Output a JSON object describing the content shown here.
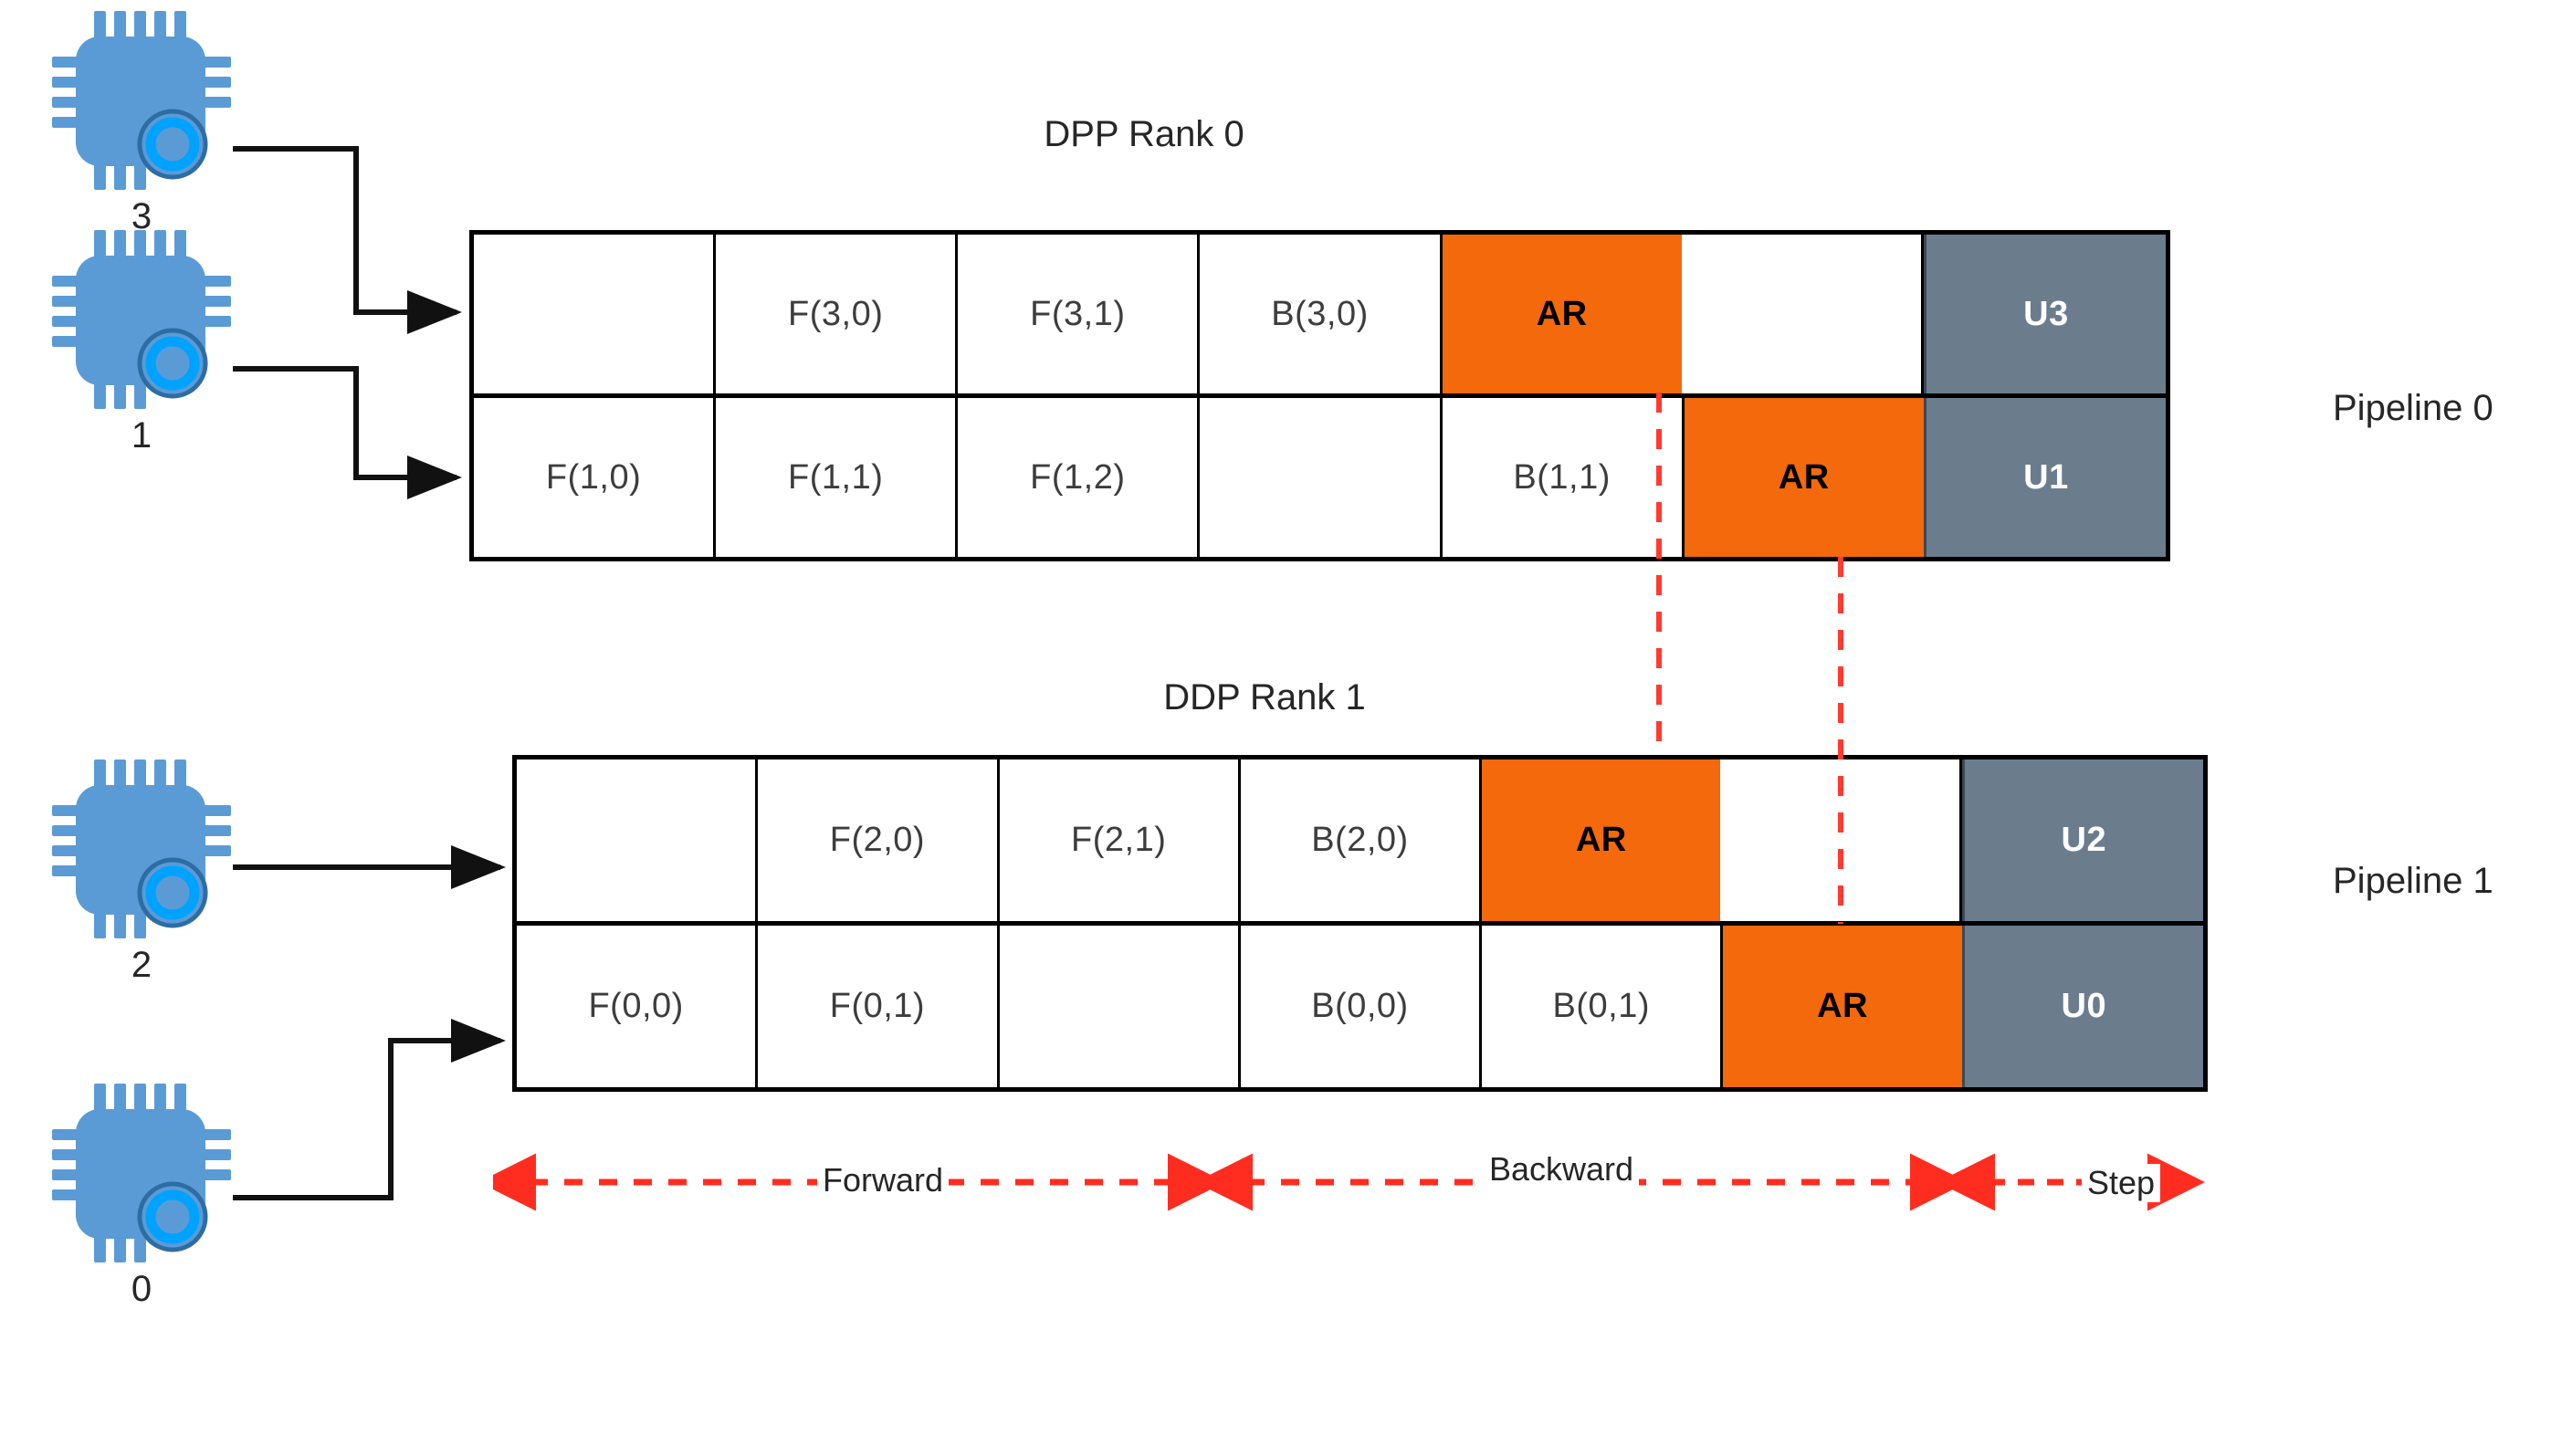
{
  "diagram": {
    "gpus": [
      {
        "id": "gpu-3",
        "label": "3",
        "icon": "gpu-chip-icon"
      },
      {
        "id": "gpu-1",
        "label": "1",
        "icon": "gpu-chip-icon"
      },
      {
        "id": "gpu-2",
        "label": "2",
        "icon": "gpu-chip-icon"
      },
      {
        "id": "gpu-0",
        "label": "0",
        "icon": "gpu-chip-icon"
      }
    ],
    "groups": [
      {
        "id": "group-0",
        "title": "DPP Rank 0",
        "side_label": "Pipeline 0",
        "rows": [
          {
            "id": "row-stage3",
            "cells": [
              {
                "text": "",
                "kind": "blank"
              },
              {
                "text": "F(3,0)",
                "kind": "compute"
              },
              {
                "text": "F(3,1)",
                "kind": "compute"
              },
              {
                "text": "B(3,0)",
                "kind": "compute"
              },
              {
                "text": "AR",
                "kind": "allreduce"
              },
              {
                "text": "",
                "kind": "blank"
              },
              {
                "text": "U3",
                "kind": "update"
              }
            ]
          },
          {
            "id": "row-stage1",
            "cells": [
              {
                "text": "F(1,0)",
                "kind": "compute"
              },
              {
                "text": "F(1,1)",
                "kind": "compute"
              },
              {
                "text": "F(1,2)",
                "kind": "compute"
              },
              {
                "text": "",
                "kind": "blank"
              },
              {
                "text": "B(1,1)",
                "kind": "compute"
              },
              {
                "text": "AR",
                "kind": "allreduce"
              },
              {
                "text": "U1",
                "kind": "update"
              }
            ]
          }
        ]
      },
      {
        "id": "group-1",
        "title": "DDP Rank 1",
        "side_label": "Pipeline 1",
        "rows": [
          {
            "id": "row-stage2",
            "cells": [
              {
                "text": "",
                "kind": "blank"
              },
              {
                "text": "F(2,0)",
                "kind": "compute"
              },
              {
                "text": "F(2,1)",
                "kind": "compute"
              },
              {
                "text": "B(2,0)",
                "kind": "compute"
              },
              {
                "text": "AR",
                "kind": "allreduce"
              },
              {
                "text": "",
                "kind": "blank"
              },
              {
                "text": "U2",
                "kind": "update"
              }
            ]
          },
          {
            "id": "row-stage0",
            "cells": [
              {
                "text": "F(0,0)",
                "kind": "compute"
              },
              {
                "text": "F(0,1)",
                "kind": "compute"
              },
              {
                "text": "",
                "kind": "blank"
              },
              {
                "text": "B(0,0)",
                "kind": "compute"
              },
              {
                "text": "B(0,1)",
                "kind": "compute"
              },
              {
                "text": "AR",
                "kind": "allreduce"
              },
              {
                "text": "U0",
                "kind": "update"
              }
            ]
          }
        ]
      }
    ],
    "phases": [
      {
        "id": "phase-forward",
        "label": "Forward"
      },
      {
        "id": "phase-backward",
        "label": "Backward"
      },
      {
        "id": "phase-step",
        "label": "Step"
      }
    ],
    "colors": {
      "allreduce": "#F4690C",
      "update": "#6B7C8D",
      "chip": "#5B9BD5",
      "chip_ring": "#00A2FF",
      "sync_line": "#FF3B30",
      "border": "#000000"
    }
  }
}
